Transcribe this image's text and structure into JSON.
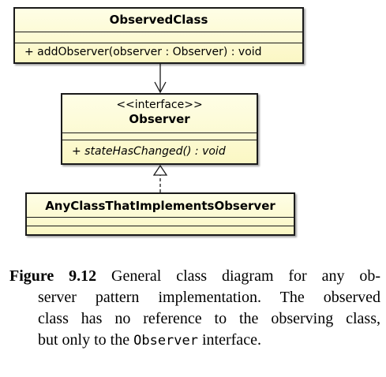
{
  "diagram": {
    "observed_class": {
      "name": "ObservedClass",
      "operation": "+ addObserver(observer : Observer) : void"
    },
    "observer_interface": {
      "stereotype": "<<interface>>",
      "name": "Observer",
      "operation": "+ stateHasChanged() : void"
    },
    "implementing_class": {
      "name": "AnyClassThatImplementsObserver"
    },
    "relations": [
      {
        "from": "ObservedClass",
        "to": "Observer",
        "kind": "association"
      },
      {
        "from": "AnyClassThatImplementsObserver",
        "to": "Observer",
        "kind": "realization"
      }
    ]
  },
  "caption": {
    "label": "Figure 9.12",
    "line1": " General class diagram for any ob-",
    "line2": "server pattern implementation.  The observed",
    "line3": "class has no reference to the observing class,",
    "line4_pre": "but only to the ",
    "line4_code": "Observer",
    "line4_post": " interface."
  }
}
